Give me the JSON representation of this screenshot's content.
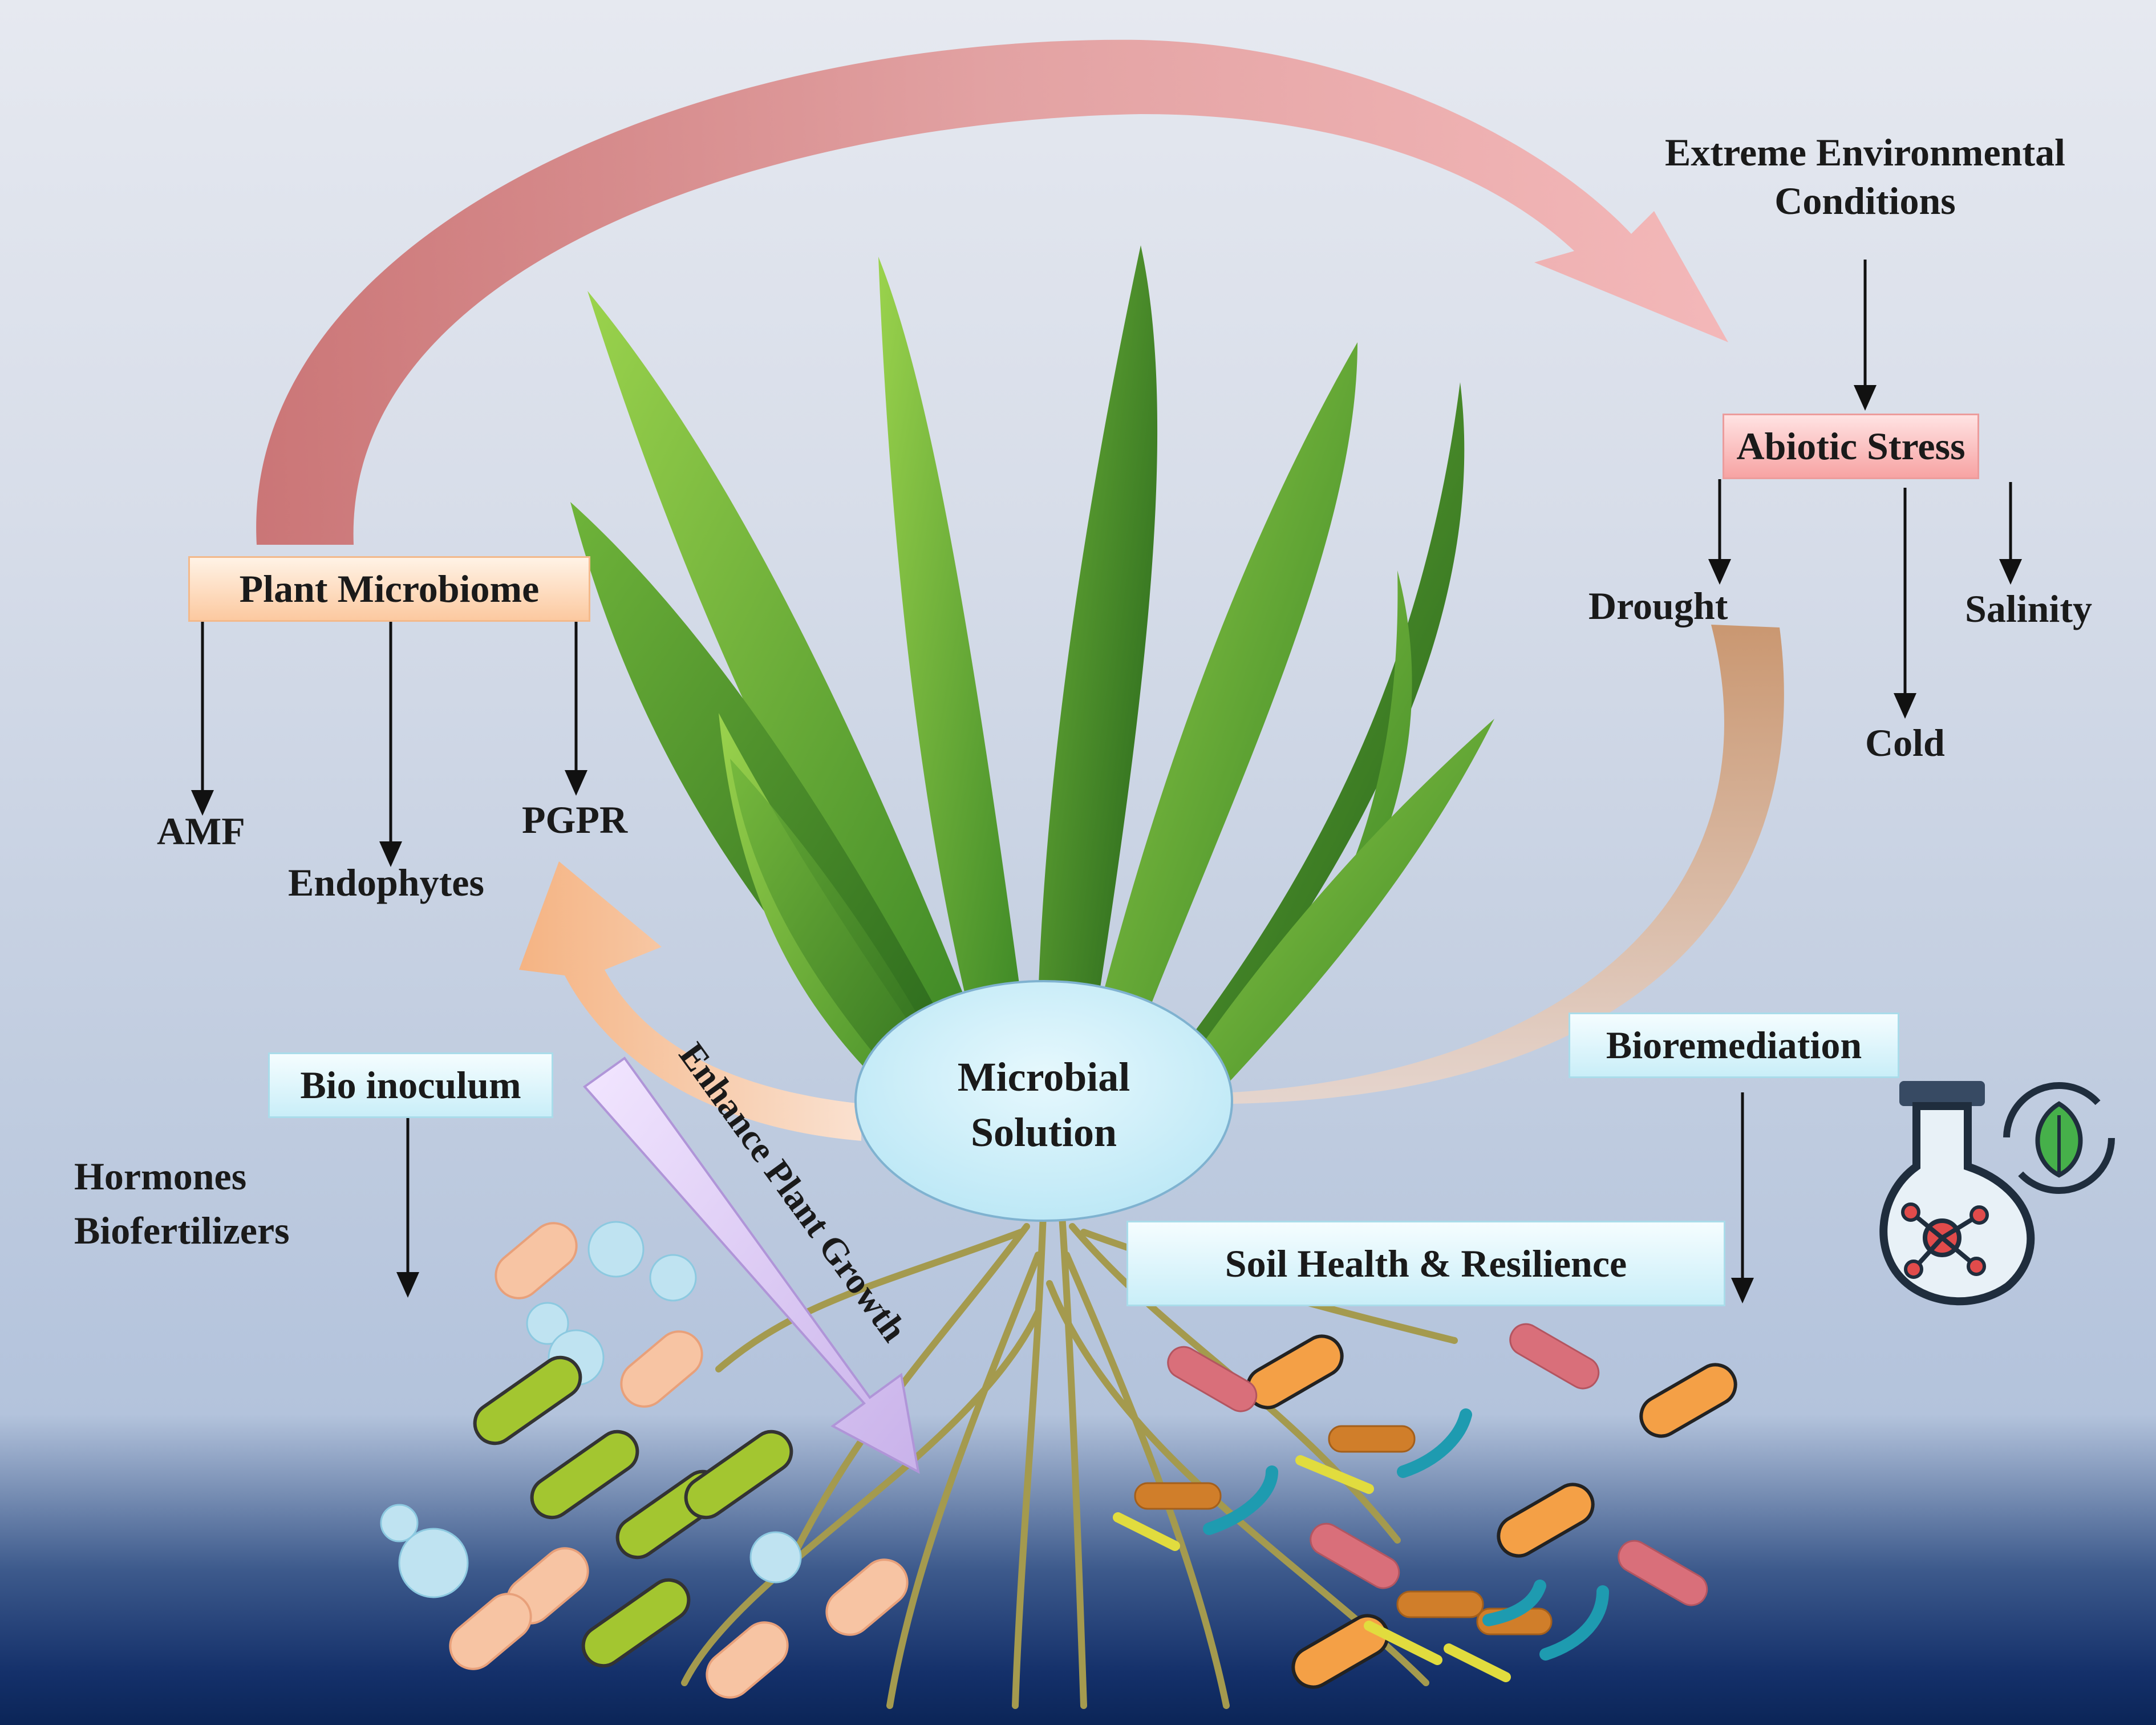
{
  "stress": {
    "heading_line1": "Extreme Environmental",
    "heading_line2": "Conditions",
    "box_label": "Abiotic Stress",
    "items": [
      "Drought",
      "Cold",
      "Salinity"
    ]
  },
  "microbiome": {
    "box_label": "Plant Microbiome",
    "items": [
      "AMF",
      "Endophytes",
      "PGPR"
    ]
  },
  "center": {
    "line1": "Microbial",
    "line2": "Solution"
  },
  "bio_inoculum": {
    "box_label": "Bio inoculum",
    "line1": "Hormones",
    "line2": "Biofertilizers"
  },
  "enhance_arrow_label": "Enhance Plant Growth",
  "bioremediation": {
    "box_label": "Bioremediation"
  },
  "soil": {
    "box_label": "Soil Health & Resilience"
  },
  "colors": {
    "microbiome_box": "#fcc9a0",
    "stress_box": "#f7a3a3",
    "cyan_box": "#c9eef8",
    "ellipse": "#c6ecf8",
    "top_arrow": "#e58f8f",
    "leaf": "#4fa32e",
    "root": "#a59b4f",
    "bottom_band": "#0b2557"
  }
}
